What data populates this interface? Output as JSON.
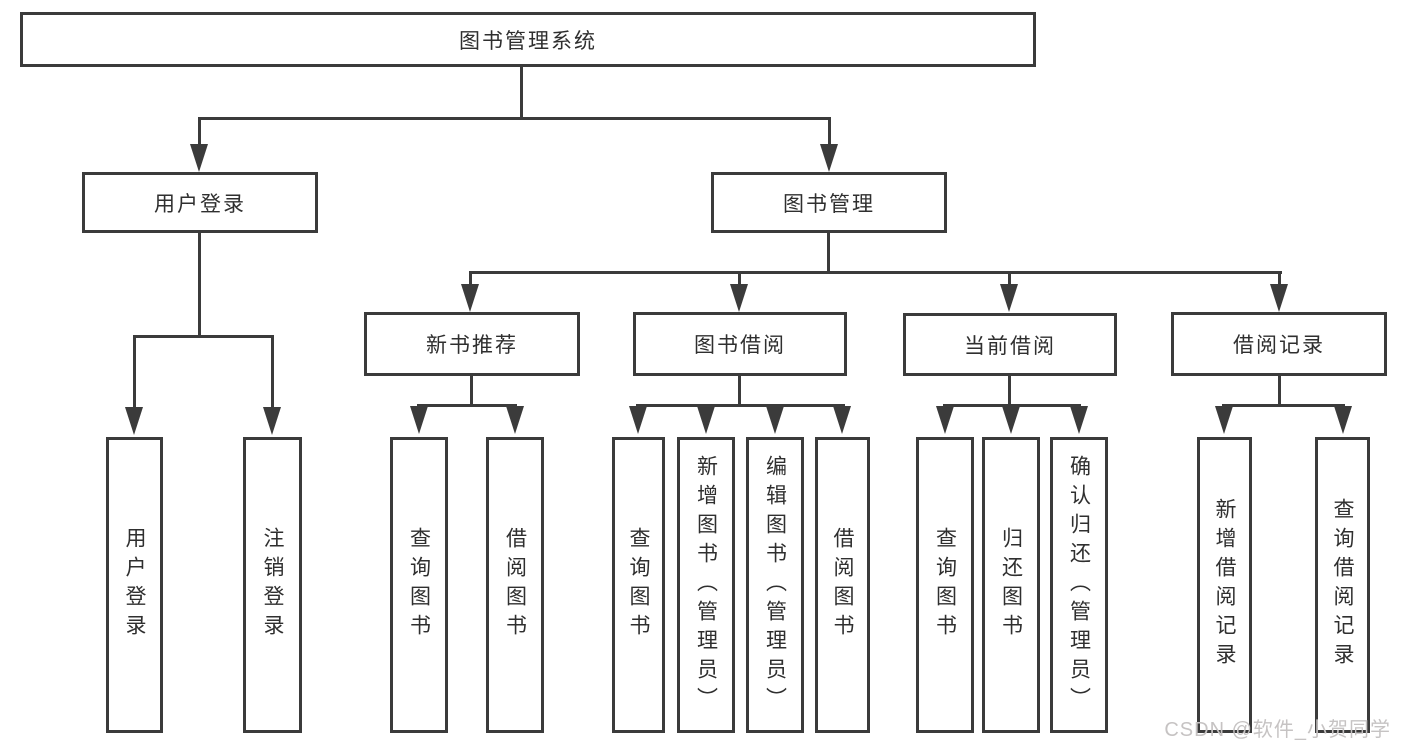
{
  "diagram": {
    "title": "图书管理系统",
    "root": {
      "label": "图书管理系统"
    },
    "level2": [
      {
        "label": "用户登录"
      },
      {
        "label": "图书管理"
      }
    ],
    "level3": [
      {
        "label": "新书推荐"
      },
      {
        "label": "图书借阅"
      },
      {
        "label": "当前借阅"
      },
      {
        "label": "借阅记录"
      }
    ],
    "leaves": {
      "user_login": [
        "用户登录",
        "注销登录"
      ],
      "new_book": [
        "查询图书",
        "借阅图书"
      ],
      "book_borrow": [
        "查询图书",
        "新增图书（管理员）",
        "编辑图书（管理员）",
        "借阅图书"
      ],
      "current_borrow": [
        "查询图书",
        "归还图书",
        "确认归还（管理员）"
      ],
      "borrow_record": [
        "新增借阅记录",
        "查询借阅记录"
      ]
    },
    "line_color": "#3b3b3b",
    "text_color": "#2f2f2f"
  },
  "watermark": {
    "text": "CSDN @软件_小贺同学",
    "color": "#c6c3c3"
  }
}
